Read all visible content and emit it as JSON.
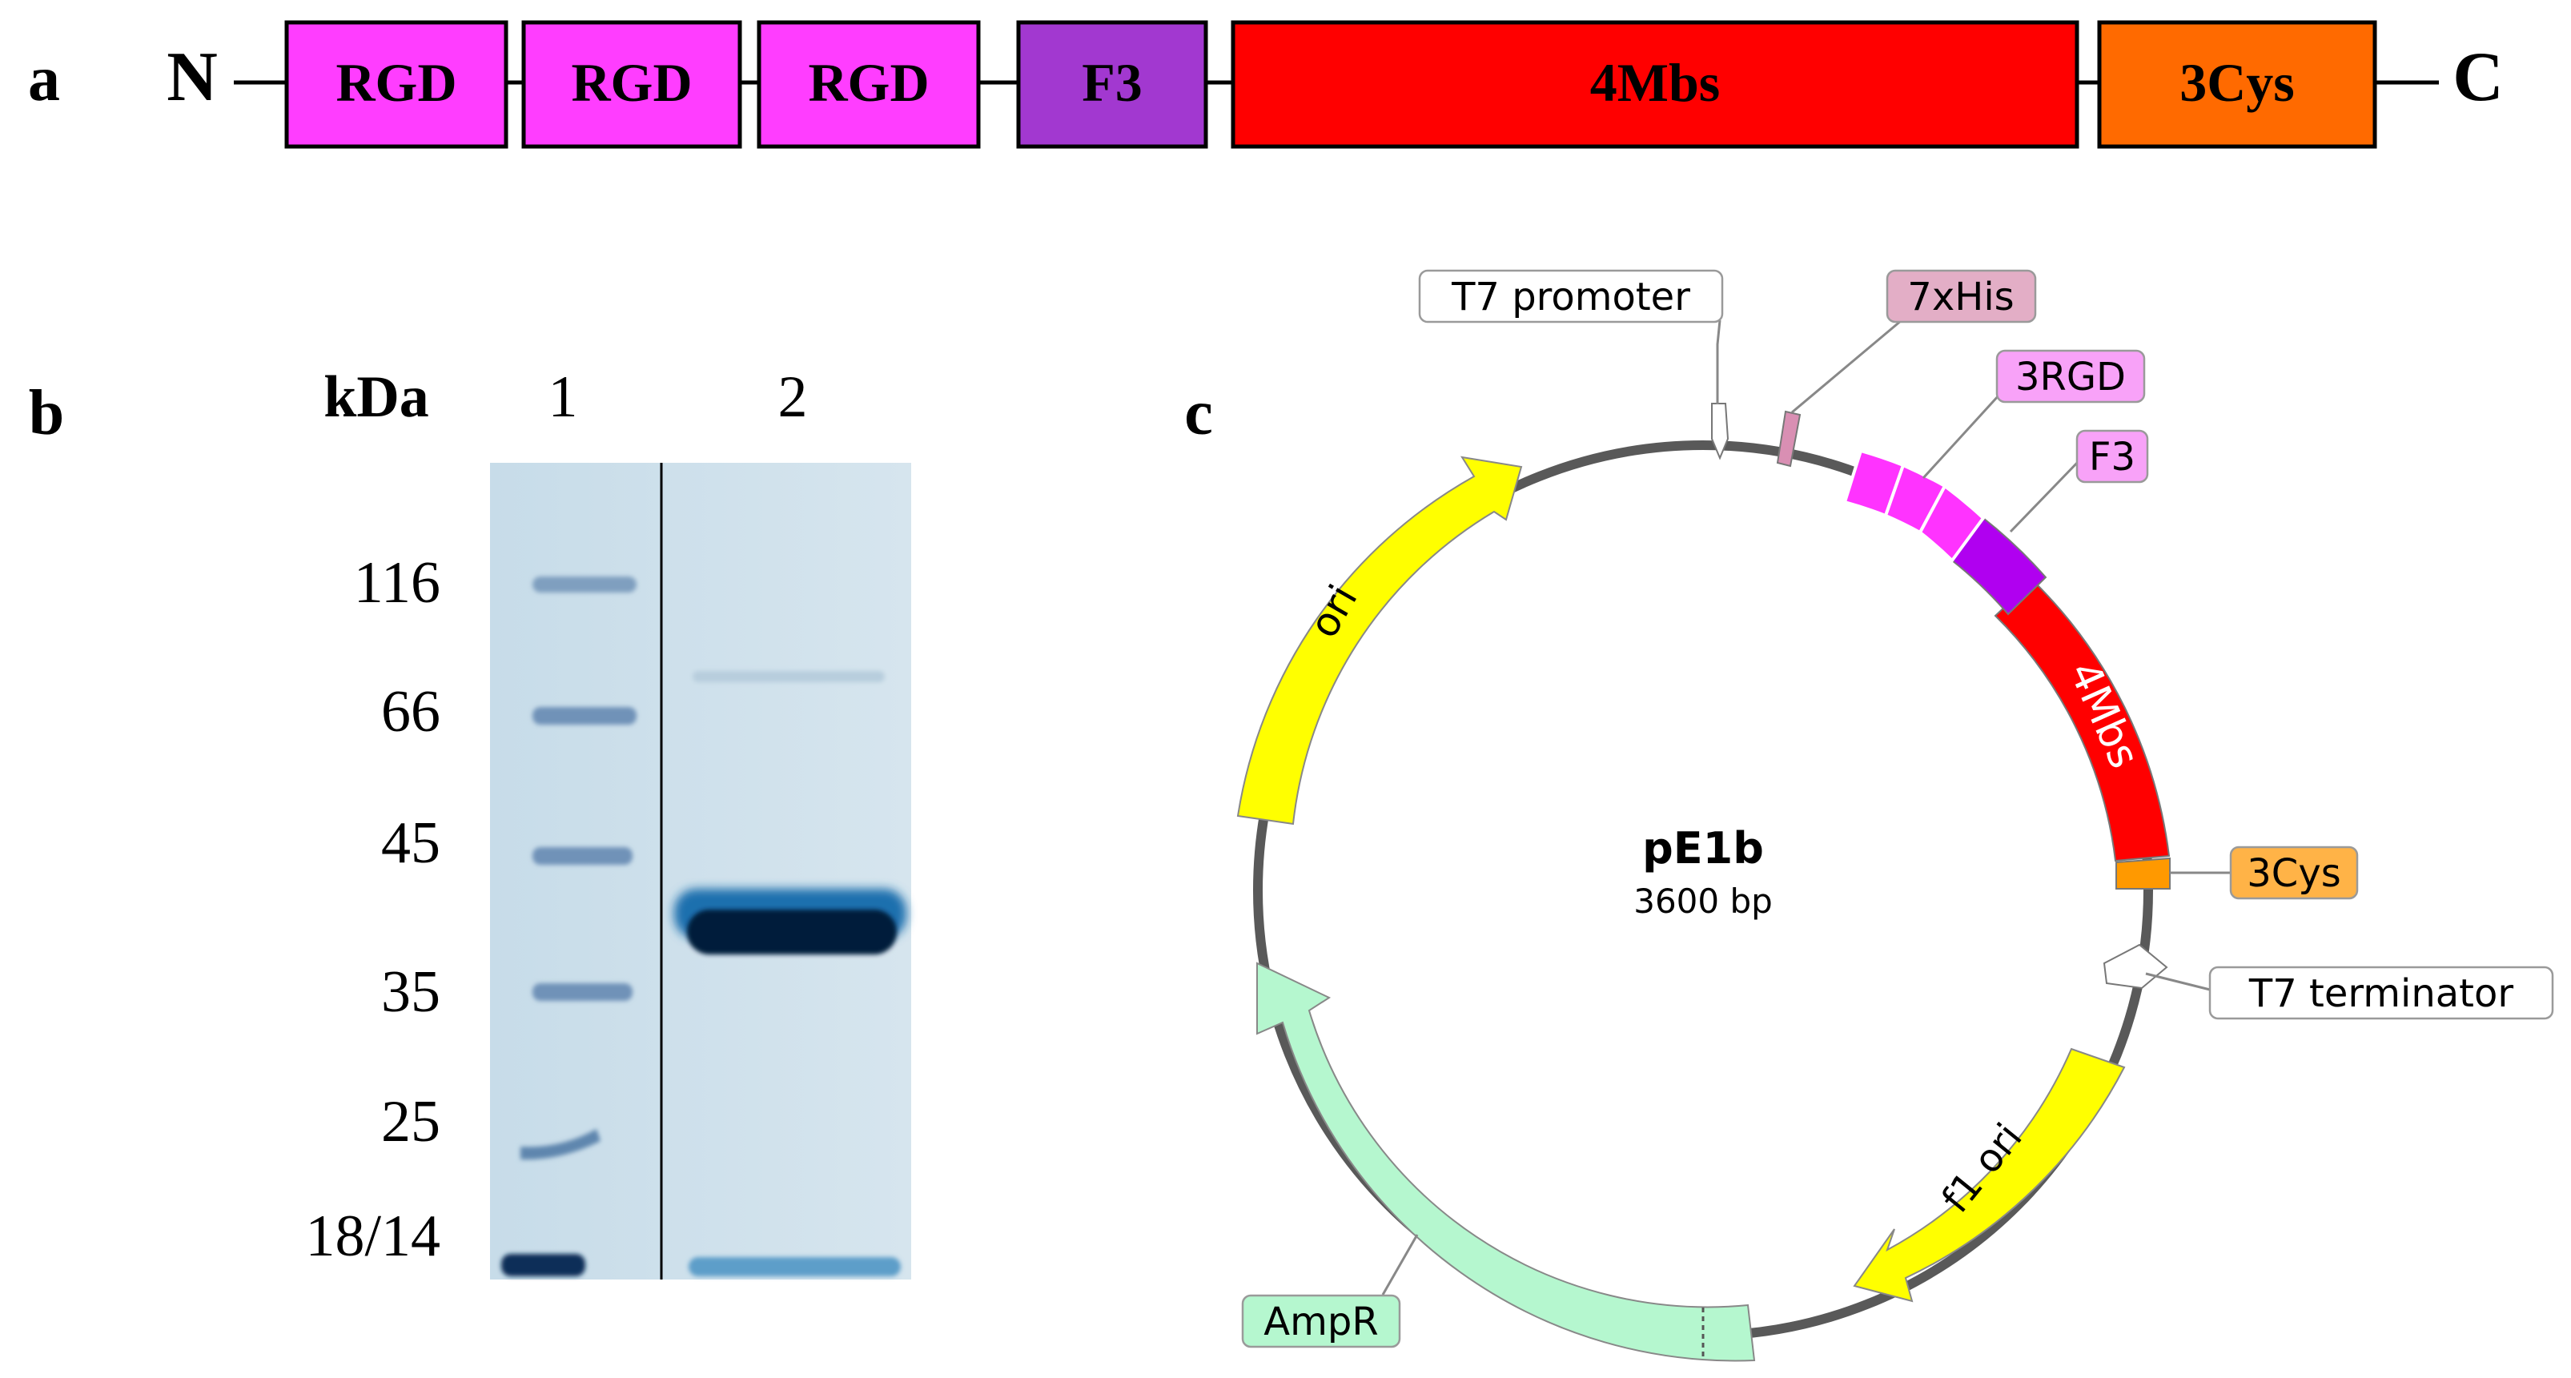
{
  "panel_a": {
    "letter": "a",
    "n_term": "N",
    "c_term": "C",
    "domains": [
      {
        "label": "RGD",
        "color": "#ff3dff"
      },
      {
        "label": "RGD",
        "color": "#ff3dff"
      },
      {
        "label": "RGD",
        "color": "#ff3dff"
      },
      {
        "label": "F3",
        "color": "#a238d0"
      },
      {
        "label": "4Mbs",
        "color": "#ff0000"
      },
      {
        "label": "3Cys",
        "color": "#ff6a00"
      }
    ]
  },
  "panel_b": {
    "letter": "b",
    "unit_label": "kDa",
    "lanes": [
      "1",
      "2"
    ],
    "markers": [
      "116",
      "66",
      "45",
      "35",
      "25",
      "18/14"
    ]
  },
  "panel_c": {
    "letter": "c",
    "plasmid_name": "pE1b",
    "plasmid_size": "3600 bp",
    "features": {
      "t7_promoter": {
        "label": "T7 promoter",
        "color": "#ffffff"
      },
      "his": {
        "label": "7xHis",
        "color": "#d98fb3"
      },
      "rgd": {
        "label": "3RGD",
        "color": "#ff33ff"
      },
      "f3": {
        "label": "F3",
        "color": "#b000f0"
      },
      "mbs": {
        "label": "4Mbs",
        "color": "#ff0000"
      },
      "cys": {
        "label": "3Cys",
        "color": "#ff9900"
      },
      "t7_terminator": {
        "label": "T7 terminator",
        "color": "#ffffff"
      },
      "f1_ori": {
        "label": "f1 ori",
        "color": "#ffff00"
      },
      "ampr": {
        "label": "AmpR",
        "color": "#b5f7cf"
      },
      "ori": {
        "label": "ori",
        "color": "#ffff00"
      }
    }
  }
}
